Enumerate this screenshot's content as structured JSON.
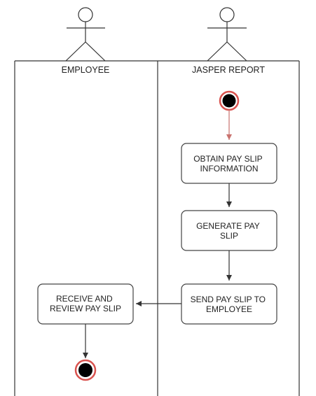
{
  "lanes": {
    "employee": {
      "label": "EMPLOYEE"
    },
    "jasper": {
      "label": "JASPER REPORT"
    }
  },
  "nodes": {
    "obtain": {
      "lines": [
        "OBTAIN PAY SLIP",
        "INFORMATION"
      ]
    },
    "generate": {
      "lines": [
        "GENERATE PAY",
        "SLIP"
      ]
    },
    "send": {
      "lines": [
        "SEND PAY SLIP TO",
        "EMPLOYEE"
      ]
    },
    "receive": {
      "lines": [
        "RECEIVE AND",
        "REVIEW PAY SLIP"
      ]
    }
  },
  "colors": {
    "start_ring": "#d9534f",
    "start_arrow": "#c9726e",
    "end_ring": "#d9534f",
    "node_fill": "#000000",
    "line": "#333333"
  }
}
